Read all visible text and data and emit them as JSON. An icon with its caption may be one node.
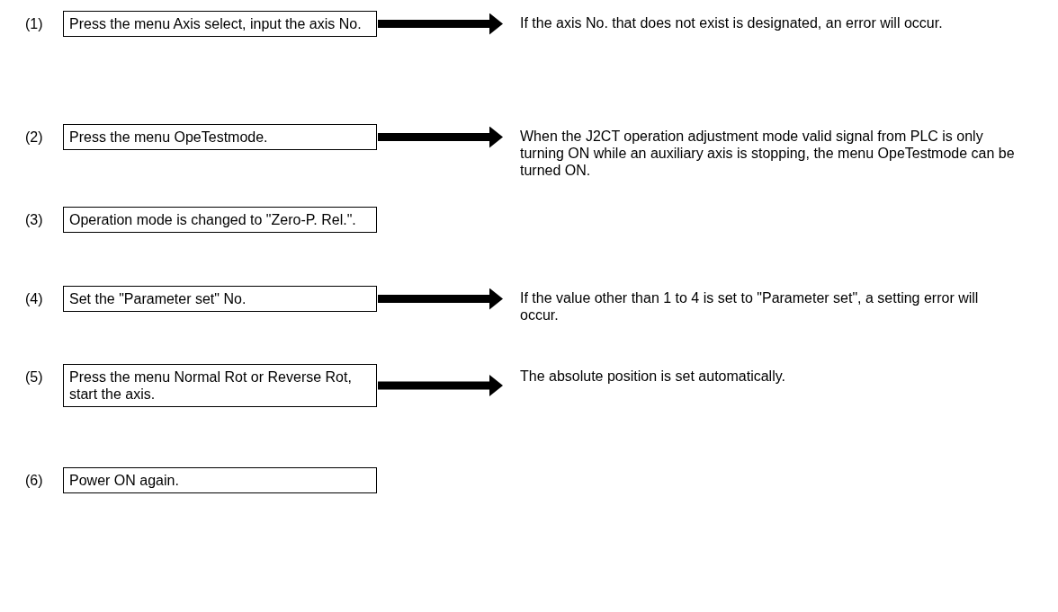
{
  "diagram": {
    "nodes": [
      {
        "text": [
          "Press the menu Axis select, input the axis No."
        ],
        "beside": [
          "(1)"
        ]
      },
      {
        "text": [
          "If the axis No. that does not exist is designated, an error will occur."
        ]
      },
      {
        "text": [
          "Press the menu OpeTestmode."
        ],
        "beside": [
          "(2)"
        ]
      },
      {
        "text": [
          "When the J2CT operation adjustment mode valid signal from PLC is only turning ON while an auxiliary axis is stopping, the menu OpeTestmode can be turned ON."
        ]
      },
      {
        "text": [
          "Operation mode is changed to \"Zero-P. Rel.\"."
        ],
        "beside": [
          "(3)"
        ]
      },
      {
        "text": [
          "Set the \"Parameter set\" No."
        ],
        "beside": [
          "(4)"
        ]
      },
      {
        "text": [
          "If the value other than 1 to 4 is set to \"Parameter set\", a setting error will occur."
        ]
      },
      {
        "text": [
          "Press the menu Normal Rot or Reverse Rot, start the axis."
        ],
        "beside": [
          "(5)"
        ]
      },
      {
        "text": [
          "The absolute position is set automatically."
        ]
      },
      {
        "text": [
          "Power ON again."
        ],
        "beside": [
          "(6)"
        ]
      }
    ],
    "edges": [
      {
        "from": 0,
        "to": 1,
        "arrow": "to"
      },
      {
        "from": 2,
        "to": 3,
        "arrow": "to"
      },
      {
        "from": 5,
        "to": 6,
        "arrow": "to"
      },
      {
        "from": 7,
        "to": 8,
        "arrow": "to"
      }
    ]
  }
}
